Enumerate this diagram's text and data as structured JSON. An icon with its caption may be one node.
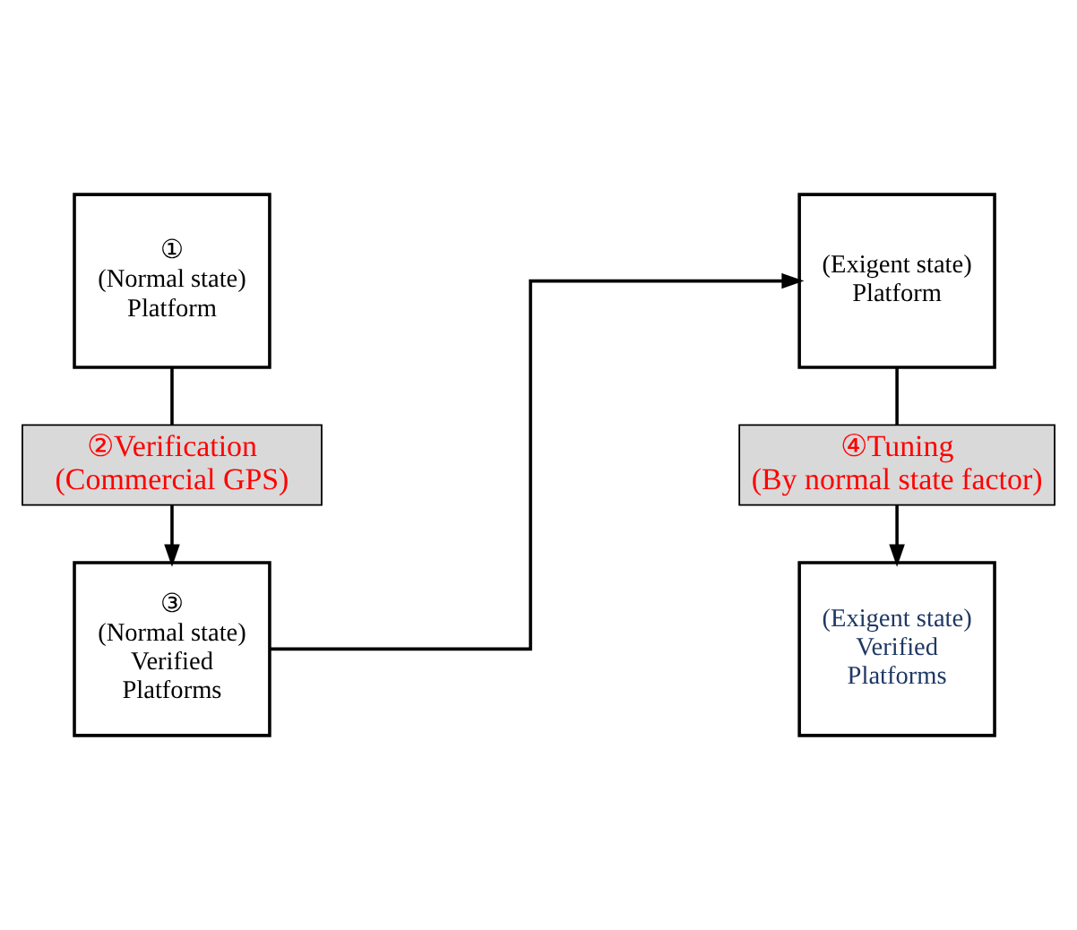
{
  "diagram": {
    "nodes": [
      {
        "text": [
          "① (Normal state) Platform"
        ]
      },
      {
        "text": [
          "②Verification (Commercial GPS)"
        ]
      },
      {
        "text": [
          "③ (Normal state) Verified Platforms"
        ]
      },
      {
        "text": [
          "(Exigent state) Platform"
        ]
      },
      {
        "text": [
          "④Tuning (By normal state factor)"
        ]
      },
      {
        "text": [
          "(Exigent state) Verified Platforms"
        ]
      }
    ],
    "edges": [
      {
        "from": 0,
        "to": 1,
        "arrow": "none"
      },
      {
        "from": 1,
        "to": 2,
        "arrow": "to"
      },
      {
        "from": 2,
        "to": 3,
        "arrow": "to"
      },
      {
        "from": 3,
        "to": 4,
        "arrow": "none"
      },
      {
        "from": 4,
        "to": 5,
        "arrow": "to"
      }
    ]
  }
}
